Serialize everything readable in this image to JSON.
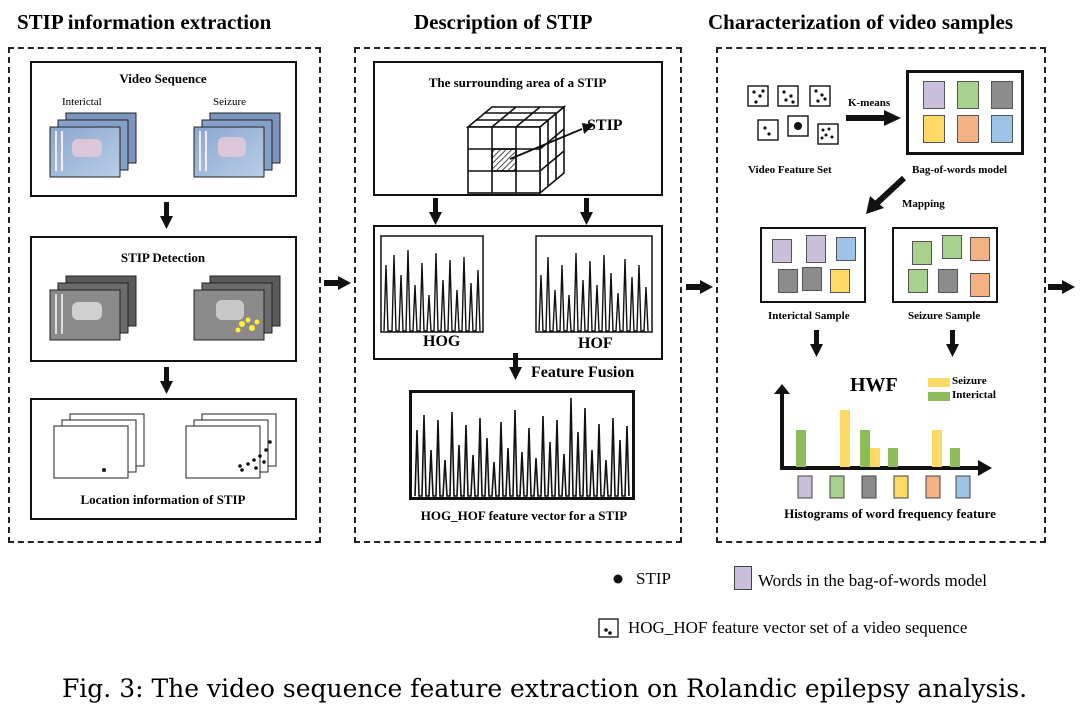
{
  "sections": {
    "extraction_title": "STIP information extraction",
    "description_title": "Description of STIP",
    "characterization_title": "Characterization of video samples"
  },
  "extraction": {
    "video_sequence": "Video Sequence",
    "interictal": "Interictal",
    "seizure": "Seizure",
    "stip_detection": "STIP Detection",
    "location_info": "Location information of STIP"
  },
  "description": {
    "surrounding_area": "The surrounding area of a STIP",
    "stip": "STIP",
    "hog": "HOG",
    "hof": "HOF",
    "feature_fusion": "Feature Fusion",
    "vector_label": "HOG_HOF feature vector for a STIP"
  },
  "characterization": {
    "kmeans": "K-means",
    "video_feature_set": "Video Feature Set",
    "bow_model": "Bag-of-words model",
    "mapping": "Mapping",
    "interictal_sample": "Interictal Sample",
    "seizure_sample": "Seizure Sample",
    "hwf": "HWF",
    "legend_seizure": "Seizure",
    "legend_interictal": "Interictal",
    "histograms_label": "Histograms of word frequency feature"
  },
  "legend": {
    "stip": "STIP",
    "words": "Words in the bag-of-words model",
    "feature_set": "HOG_HOF feature vector set of a video sequence"
  },
  "caption": "Fig. 3: The video sequence feature extraction on Rolandic epilepsy analysis.",
  "colors": {
    "purple": "#c9bfdc",
    "green": "#a9d18e",
    "gray": "#8c8c8c",
    "yellow": "#ffd966",
    "orange": "#f4b183",
    "blue": "#9dc3e6",
    "bar_yellow": "#ffd966",
    "bar_green": "#8fbc5a"
  }
}
